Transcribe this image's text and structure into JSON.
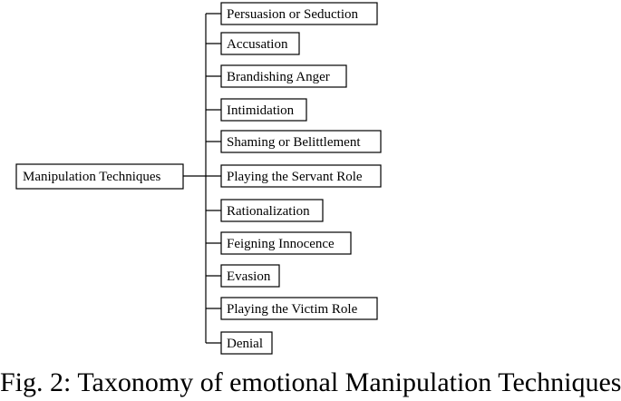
{
  "root": {
    "label": "Manipulation Techniques"
  },
  "children": [
    {
      "label": "Persuasion or Seduction"
    },
    {
      "label": "Accusation"
    },
    {
      "label": "Brandishing Anger"
    },
    {
      "label": "Intimidation"
    },
    {
      "label": "Shaming or Belittlement"
    },
    {
      "label": "Playing the Servant Role"
    },
    {
      "label": "Rationalization"
    },
    {
      "label": "Feigning Innocence"
    },
    {
      "label": "Evasion"
    },
    {
      "label": "Playing the Victim Role"
    },
    {
      "label": "Denial"
    }
  ],
  "caption": "Fig. 2: Taxonomy of emotional Manipulation Techniques"
}
